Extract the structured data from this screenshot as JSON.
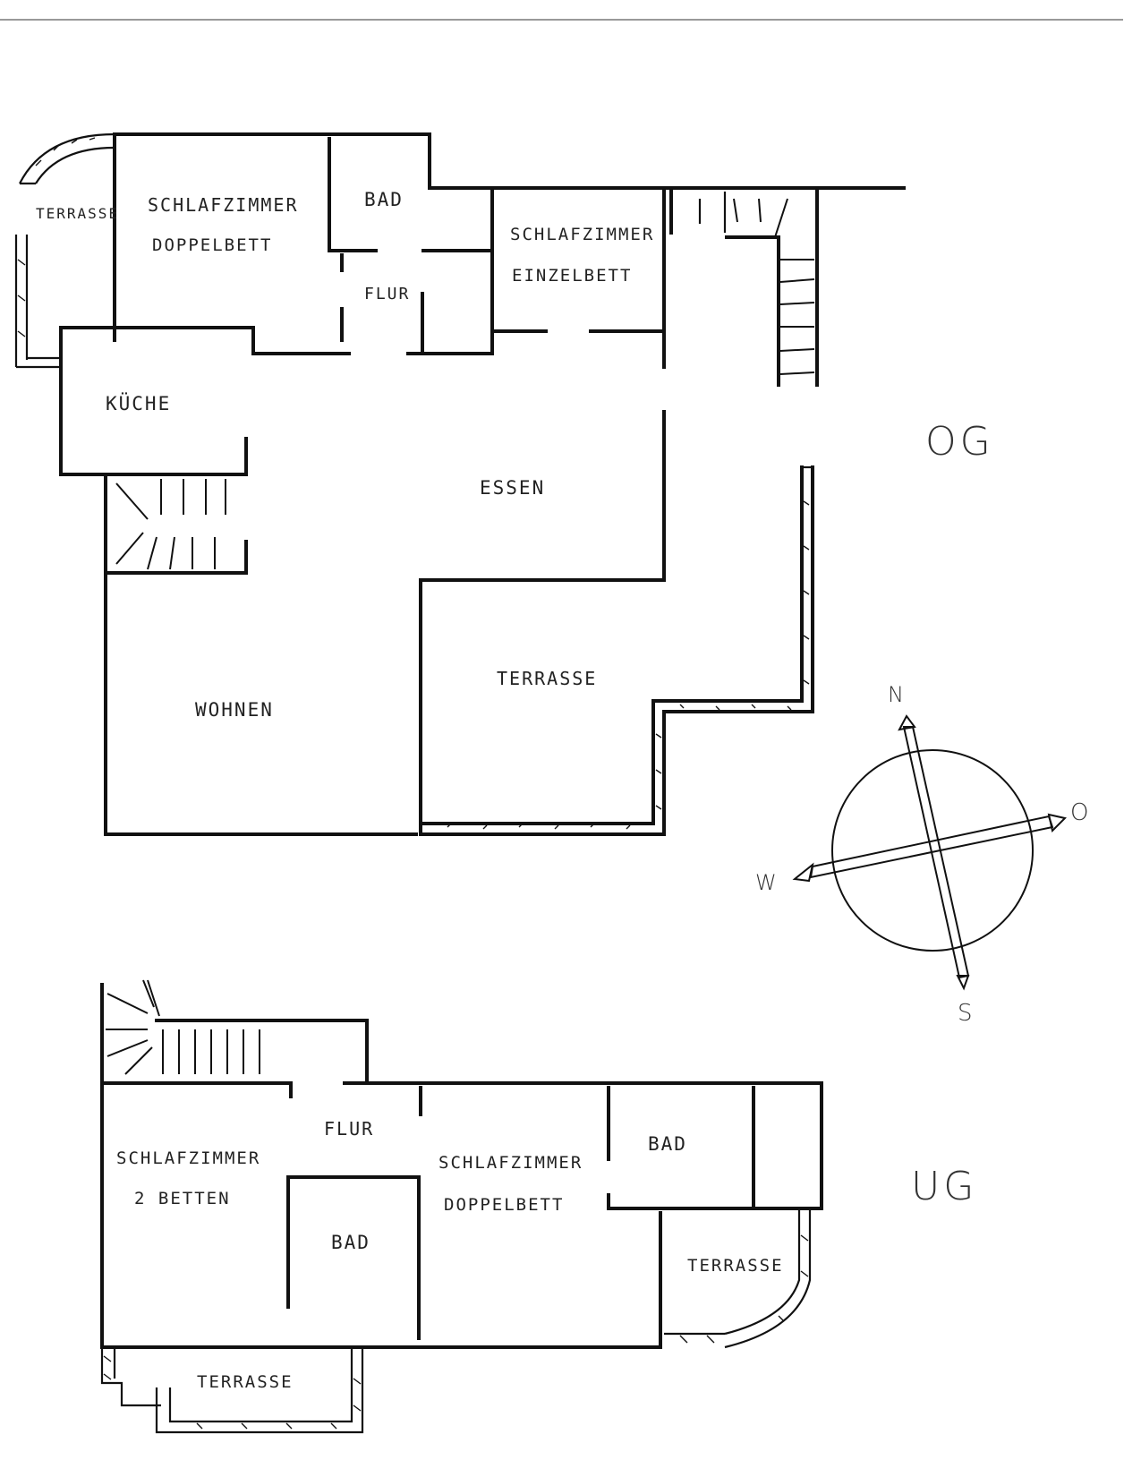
{
  "og": {
    "floor_label": "OG",
    "rooms": {
      "terrasse_west": "TERRASSE",
      "schlafzimmer_doppelbett_line1": "SCHLAFZIMMER",
      "schlafzimmer_doppelbett_line2": "DOPPELBETT",
      "bad": "BAD",
      "flur": "FLUR",
      "schlafzimmer_einzelbett_line1": "SCHLAFZIMMER",
      "schlafzimmer_einzelbett_line2": "EINZELBETT",
      "kueche": "KÜCHE",
      "essen": "ESSEN",
      "wohnen": "WOHNEN",
      "terrasse_south": "TERRASSE"
    }
  },
  "ug": {
    "floor_label": "UG",
    "rooms": {
      "flur": "FLUR",
      "schlafzimmer_2betten_line1": "SCHLAFZIMMER",
      "schlafzimmer_2betten_line2": "2 BETTEN",
      "schlafzimmer_doppelbett_line1": "SCHLAFZIMMER",
      "schlafzimmer_doppelbett_line2": "DOPPELBETT",
      "bad_center": "BAD",
      "bad_east": "BAD",
      "terrasse_east": "TERRASSE",
      "terrasse_south": "TERRASSE"
    }
  },
  "compass": {
    "north": "N",
    "east": "O",
    "south": "S",
    "west": "W"
  }
}
